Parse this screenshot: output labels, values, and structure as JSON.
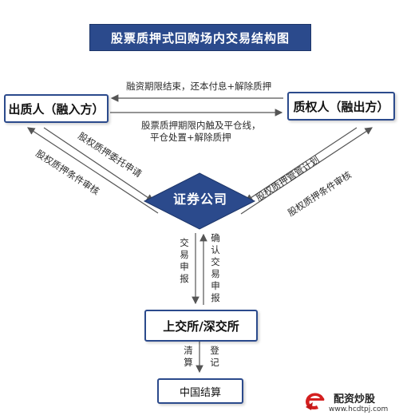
{
  "title": "股票质押式回购场内交易结构图",
  "nodes": {
    "pledgor": "出质人（融入方）",
    "pledgee": "质权人（融出方）",
    "securities": "证券公司",
    "exchange": "上交所/深交所",
    "csdc": "中国结算"
  },
  "edges": {
    "top_repay": "融资期限结束，还本付息+解除质押",
    "mid_line1": "股票质押期限内触及平仓线，",
    "mid_line2": "平仓处置+解除质押",
    "left_upper": "股权质押委托申请",
    "left_lower": "股权质押条件审核",
    "right_upper": "股权质押管管计划",
    "right_lower": "股权质押条件审核",
    "trade_report": "交易申报",
    "confirm_report": "确认交易申报",
    "clearing": "清算",
    "registration": "登记"
  },
  "watermark": {
    "brand": "配资炒股",
    "url": "www.hcdtpj.com",
    "logo_icon": "e-logo-icon"
  },
  "colors": {
    "primary": "#2b4a8c",
    "arrow": "#555555",
    "logo_red": "#d42020"
  }
}
